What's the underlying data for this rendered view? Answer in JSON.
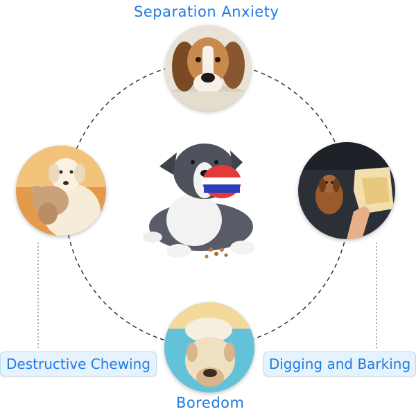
{
  "labels": {
    "top": "Separation Anxiety",
    "bottom": "Boredom",
    "left": "Destructive Chewing",
    "right": "Digging and Barking"
  },
  "colors": {
    "accent_text": "#1f7be2",
    "label_bg": "#e6f3fc",
    "label_border": "#b8d9f0",
    "dashed_ring": "#222222"
  },
  "images": {
    "center": "dog-with-chew-toy-ball",
    "top": "beagle-lying-on-rug",
    "left": "labrador-puppy-chewing-plush-toy",
    "right": "puppy-with-torn-sofa",
    "bottom": "dog-lying-upside-down"
  }
}
